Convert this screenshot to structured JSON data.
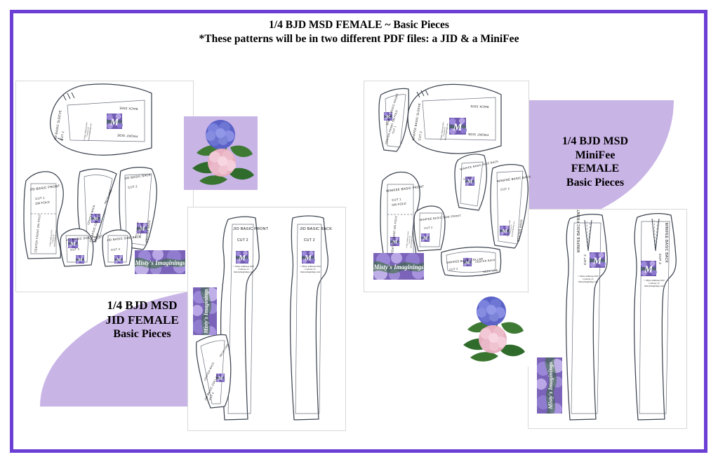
{
  "document": {
    "title_line1": "1/4 BJD MSD FEMALE ~ Basic Pieces",
    "title_line2": "*These patterns will be in two different PDF files: a JID & a MiniFee",
    "border_color": "#6B3FD4",
    "accent_lavender": "#C9B4E6",
    "background": "#FFFFFF"
  },
  "captions": {
    "left": {
      "line1": "1/4 BJD MSD",
      "line2": "JID FEMALE",
      "line3": "Basic Pieces"
    },
    "right": {
      "line1": "1/4 BJD MSD",
      "line2": "MiniFee",
      "line3": "FEMALE",
      "line4": "Basic Pieces"
    }
  },
  "branding": {
    "banner_text": "Misty's Imaginings",
    "monogram": "M",
    "copyright_line1": "© Misty Adkinson 2010",
    "copyright_line2": "Courtesy of:",
    "copyright_line3": "mistysimaginings.com"
  },
  "sheets": [
    {
      "id": "jid-bodice",
      "name": "JID bodice pattern sheet",
      "pieces": [
        {
          "name": "JID BASIC SLEEVE",
          "cut": "CUT 2",
          "marks": [
            "BACK SIDE",
            "FRONT SIDE"
          ]
        },
        {
          "name": "JID BASIC FRONT",
          "cut": "CUT 1",
          "marks": [
            "ON FOLD",
            "CENTER FRONT ON FOLD"
          ]
        },
        {
          "name": "JID BASIC COLLAR",
          "cut": "CUT 2",
          "marks": [
            "CENTER BACK",
            "NECK LINE"
          ]
        },
        {
          "name": "JID BASIC BACK",
          "cut": "CUT 2",
          "marks": [
            "CENTER BACK"
          ]
        },
        {
          "name": "JID BASIC SIDE FRONT",
          "cut": "CUT 2",
          "marks": []
        },
        {
          "name": "JID BASIC SIDE BACK",
          "cut": "CUT 2",
          "marks": []
        }
      ]
    },
    {
      "id": "jid-pants",
      "name": "JID pants pattern sheet",
      "pieces": [
        {
          "name": "JID BASIC FRONT",
          "cut": "CUT 2",
          "marks": []
        },
        {
          "name": "JID BASIC BACK",
          "cut": "CUT 2",
          "marks": []
        },
        {
          "name": "JID BASIC COLLAR",
          "cut": "CUT 2",
          "marks": [
            "CENTER BACK",
            "NECK LINE"
          ]
        }
      ]
    },
    {
      "id": "minifee-bodice",
      "name": "MiniFee bodice pattern sheet",
      "pieces": [
        {
          "name": "MINIFEE BASIC SLEEVE",
          "cut": "CUT 2",
          "marks": [
            "BACK SIDE",
            "FRONT SIDE"
          ]
        },
        {
          "name": "MINIFEE BASIC FRONT",
          "cut": "CUT 1",
          "marks": [
            "ON FOLD",
            "CENTER FRONT ON FOLD"
          ]
        },
        {
          "name": "MINIFEE BASIC SIDE FRONT",
          "cut": "CUT 2",
          "marks": []
        },
        {
          "name": "MINIFEE BASIC SIDE BACK",
          "cut": "CUT 2",
          "marks": []
        },
        {
          "name": "MINIFEE BASIC BACK",
          "cut": "CUT 2",
          "marks": [
            "CENTER BACK"
          ]
        },
        {
          "name": "MINIFEE BASIC COLLAR",
          "cut": "CUT 2",
          "marks": [
            "CENTER BACK",
            "NECK LINE"
          ]
        }
      ]
    },
    {
      "id": "minifee-pants",
      "name": "MiniFee pants pattern sheet",
      "pieces": [
        {
          "name": "MINIFEE BASIC FRONT",
          "cut": "CUT 2",
          "marks": []
        },
        {
          "name": "MINIFEE BASIC BACK",
          "cut": "CUT 2",
          "marks": []
        }
      ]
    }
  ],
  "images": {
    "hydrangea_left": "hydrangea-photo",
    "hydrangea_right": "hydrangea-photo",
    "banner_left": "misty-imaginings-banner",
    "banner_jid_pants": "misty-imaginings-banner-vertical",
    "banner_mf_bodice": "misty-imaginings-banner",
    "banner_mf_pants": "misty-imaginings-banner-vertical"
  }
}
